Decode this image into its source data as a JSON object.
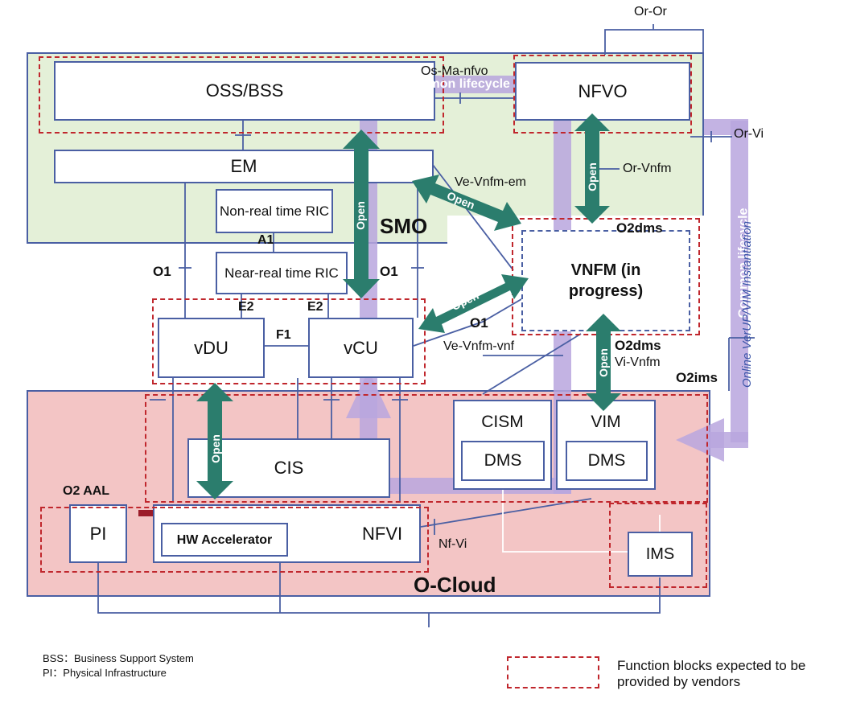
{
  "regions": {
    "smo_label": "SMO",
    "ocloud_label": "O-Cloud"
  },
  "blocks": {
    "oss_bss": "OSS/BSS",
    "nfvo": "NFVO",
    "em": "EM",
    "non_rt_ric": "Non-real time RIC",
    "near_rt_ric": "Near-real time RIC",
    "vnfm": "VNFM (in progress)",
    "vdu": "vDU",
    "vcu": "vCU",
    "cism": "CISM",
    "vim": "VIM",
    "dms_cism": "DMS",
    "dms_vim": "DMS",
    "cis": "CIS",
    "pi": "PI",
    "nfvi": "NFVI",
    "hw_accelerator": "HW Accelerator",
    "ims": "IMS"
  },
  "interfaces": {
    "or_or": "Or-Or",
    "os_ma_nfvo": "Os-Ma-nfvo",
    "or_vi": "Or-Vi",
    "or_vnfm": "Or-Vnfm",
    "ve_vnfm_em": "Ve-Vnfm-em",
    "o2dms_top": "O2dms",
    "a1": "A1",
    "o1_left": "O1",
    "o1_mid": "O1",
    "o1_vnf": "O1",
    "e2_left": "E2",
    "e2_right": "E2",
    "f1": "F1",
    "ve_vnfm_vnf": "Ve-Vnfm-vnf",
    "o2dms_bottom": "O2dms",
    "vi_vnfm": "Vi-Vnfm",
    "o2ims": "O2ims",
    "o2_aal": "O2 AAL",
    "nf_vi": "Nf-Vi"
  },
  "arrows": {
    "open_label": "Open"
  },
  "lifecycle": {
    "common_lifecycle_top": "Common lifecycle",
    "common_lifecycle_side": "Common lifecycle",
    "online_instantiation": "Online VerUP/VIM Instantiation"
  },
  "footnotes": {
    "bss": "BSS：Business Support System",
    "pi": "PI：Physical Infrastructure"
  },
  "legend": {
    "vendor_blocks": "Function blocks expected to be provided by vendors"
  },
  "colors": {
    "smo_fill": "#e4f0d8",
    "ocloud_fill": "#f3c5c5",
    "box_border": "#4a5fa3",
    "vendor_dash": "#c0272d",
    "open_arrow": "#2b7d6d",
    "lifecycle_purple": "#b9a6de",
    "aal_bar": "#9b1c2a"
  }
}
